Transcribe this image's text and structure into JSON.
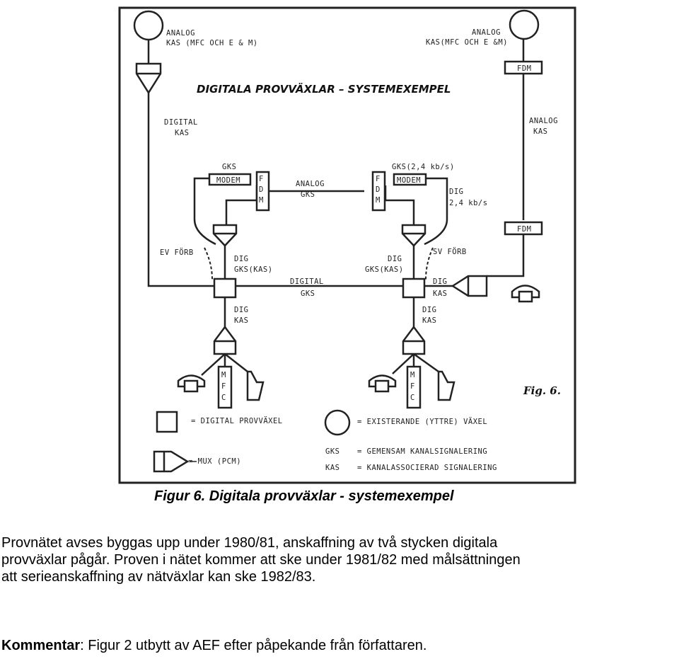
{
  "figure": {
    "title": "DIGITALA PROVVÄXLAR – SYSTEMEXEMPEL",
    "fig_label": "Fig. 6.",
    "labels": {
      "analog_kas_left_1": "ANALOG",
      "analog_kas_left_2": "KAS (MFC OCH E & M)",
      "analog_kas_right_1": "ANALOG",
      "analog_kas_right_2": "KAS(MFC OCH E &M)",
      "fdm_top": "FDM",
      "analog_kas_side_1": "ANALOG",
      "analog_kas_side_2": "KAS",
      "digital_kas_1": "DIGITAL",
      "digital_kas_2": "KAS",
      "gks_left": "GKS",
      "modem_left": "MODEM",
      "gks_right": "GKS(2,4 kb/s)",
      "modem_right": "MODEM",
      "analog_gks_1": "ANALOG",
      "analog_gks_2": "GKS",
      "dig_rate_1": "DIG",
      "dig_rate_2": "2,4 kb/s",
      "fdm_mid": "FDM",
      "ev_forb_left": "EV FÖRB",
      "sv_forb_right": "SV FÖRB",
      "dig_gks_kas_left_1": "DIG",
      "dig_gks_kas_left_2": "GKS(KAS)",
      "dig_gks_kas_right_1": "DIG",
      "dig_gks_kas_right_2": "GKS(KAS)",
      "digital_gks_1": "DIGITAL",
      "digital_gks_2": "GKS",
      "dig_kas_right_1": "DIG",
      "dig_kas_right_2": "KAS",
      "dig_kas_low_left_1": "DIG",
      "dig_kas_low_left_2": "KAS",
      "dig_kas_low_right_1": "DIG",
      "dig_kas_low_right_2": "KAS",
      "fdm_letters": "FDM",
      "mfc_letters": "MFC"
    },
    "legend": {
      "digital_provvaxel": "= DIGITAL PROVVÄXEL",
      "existerande": "= EXISTERANDE (YTTRE) VÄXEL",
      "mux": "= MUX (PCM)",
      "gks_abbr": "GKS",
      "gks_desc": "= GEMENSAM KANALSIGNALERING",
      "kas_abbr": "KAS",
      "kas_desc": "= KANALASSOCIERAD SIGNALERING"
    }
  },
  "caption": "Figur 6. Digitala provväxlar - systemexempel",
  "paragraph": "Provnätet avses byggas upp under 1980/81, anskaffning av två stycken digitala\nprovväxlar pågår. Proven i nätet kommer att ske under 1981/82 med målsättningen\natt serieanskaffning av nätväxlar kan ske 1982/83.",
  "comment": {
    "label": "Kommentar",
    "text": ": Figur 2 utbytt av AEF efter påpekande från författaren."
  }
}
